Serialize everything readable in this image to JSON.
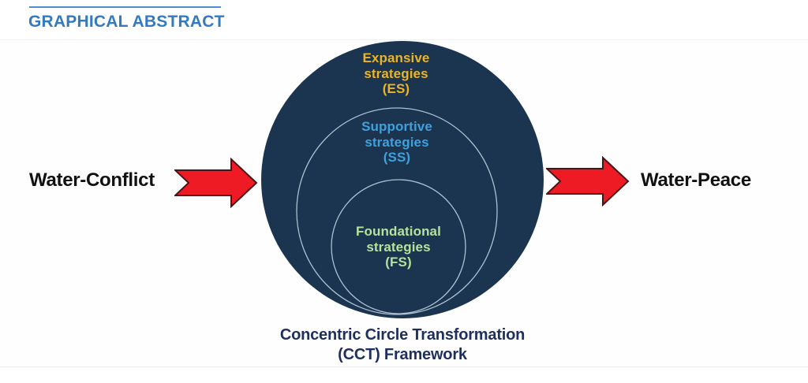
{
  "header": {
    "title": "GRAPHICAL ABSTRACT",
    "accent_color": "#337abf"
  },
  "diagram": {
    "left_label": "Water-Conflict",
    "right_label": "Water-Peace",
    "rings": [
      {
        "code": "ES",
        "lines": [
          "Expansive",
          "strategies",
          "(ES)"
        ],
        "text_color": "#edb421"
      },
      {
        "code": "SS",
        "lines": [
          "Supportive",
          "strategies",
          "(SS)"
        ],
        "text_color": "#3da1de"
      },
      {
        "code": "FS",
        "lines": [
          "Foundational",
          "strategies",
          "(FS)"
        ],
        "text_color": "#b5e29d"
      }
    ],
    "caption_lines": [
      "Concentric Circle Transformation",
      "(CCT) Framework"
    ],
    "colors": {
      "circle_fill": "#1b3550",
      "ring_outline": "#aebfd0",
      "arrow_fill": "#ee1b24",
      "arrow_outline": "#4a1518",
      "caption_text": "#1e2f5e",
      "side_label_text": "#111111"
    }
  }
}
